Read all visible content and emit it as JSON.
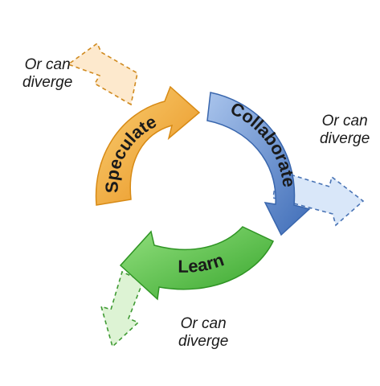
{
  "diagram": {
    "stages": [
      {
        "label": "Speculate",
        "color": "#f0a12a",
        "color_light": "#f7c76a"
      },
      {
        "label": "Collaborate",
        "color": "#5b86c9",
        "color_light": "#9ebbe6"
      },
      {
        "label": "Learn",
        "color": "#4cbb3c",
        "color_light": "#8fdc7a"
      }
    ],
    "divergence_notes": [
      {
        "line1": "Or can",
        "line2": "diverge"
      },
      {
        "line1": "Or can",
        "line2": "diverge"
      },
      {
        "line1": "Or can",
        "line2": "diverge"
      }
    ]
  }
}
